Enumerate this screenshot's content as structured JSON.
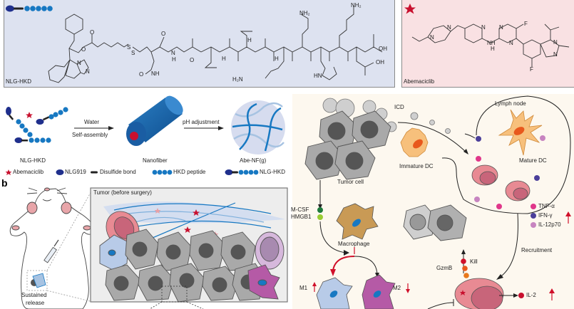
{
  "panel_a": {
    "nlg_box": {
      "label": "NLG-HKD",
      "bg": "#dde2f0"
    },
    "abe_box": {
      "label": "Abemaciclib",
      "bg": "#f9e1e3"
    },
    "chem_atoms": {
      "o": "O",
      "n": "N",
      "s": "S",
      "nh": "NH",
      "h": "H",
      "nh2": "NH₂",
      "h2n": "H₂N",
      "oh": "OH",
      "f": "F",
      "hn": "HN"
    },
    "assembly": {
      "step1_top": "Water",
      "step1_bottom": "Self-assembly",
      "step2_top": "pH adjustment",
      "label_nlg": "NLG-HKD",
      "label_nanofiber": "Nanofiber",
      "label_gel": "Abe-NF(g)"
    },
    "legend": [
      {
        "icon": "star-icon",
        "label": "Abemaciclib"
      },
      {
        "icon": "ellipse-icon",
        "label": "NLG919"
      },
      {
        "icon": "bar-icon",
        "label": "Disulfide bond"
      },
      {
        "icon": "beads-icon",
        "label": "HKD peptide"
      },
      {
        "icon": "conjugate-icon",
        "label": "NLG-HKD"
      }
    ]
  },
  "panel_b": {
    "letter": "b",
    "mouse_label_1": "Sustained",
    "mouse_label_2": "release",
    "tumor_title": "Tumor (before surgery)"
  },
  "mechanism": {
    "bg": "#fdf8ef",
    "icd": "ICD",
    "tumor_cell": "Tumor cell",
    "immature_dc": "Immature DC",
    "lymph_node": "Lymph node",
    "mature_dc": "Mature DC",
    "mcsf": "M-CSF",
    "hmgb1": "HMGB1",
    "macrophage": "Macrophage",
    "m1": "M1",
    "m2": "M2",
    "gzmb": "GzmB",
    "kill": "Kill",
    "recruitment": "Recruitment",
    "il2": "IL-2",
    "cytokines": [
      {
        "label": "TNF-α",
        "color": "#e0378a"
      },
      {
        "label": "IFN-γ",
        "color": "#4b3f9a"
      },
      {
        "label": "IL-12p70",
        "color": "#c784c0"
      }
    ]
  },
  "colors": {
    "navy": "#1f2f8c",
    "blue": "#1778c2",
    "red_star": "#c8102e",
    "arrow_red": "#d0102a",
    "cell_gray": "#a9a9a9",
    "nucleus_gray": "#555555",
    "dc_orange": "#f7c07c",
    "dc_nucleus": "#e8581c",
    "tcell_pink": "#e88a93",
    "macrophage_tan": "#c99a55",
    "m1_blue": "#b8cbe8",
    "m2_purple": "#b55aa6"
  }
}
